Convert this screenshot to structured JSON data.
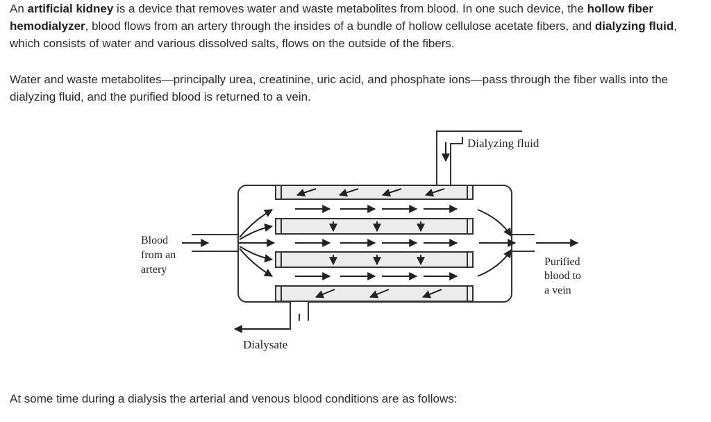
{
  "paragraph1": {
    "t1": "An ",
    "b1": "artificial kidney",
    "t2": " is a device that removes water and waste metabolites from blood. In one such device, the ",
    "b2": "hollow fiber hemodialyzer",
    "t3": ", blood flows from an artery through the insides of a bundle of hollow cellulose acetate fibers, and ",
    "b3": "dialyzing fluid",
    "t4": ", which consists of water and various dissolved salts, flows on the outside of the fibers."
  },
  "paragraph2": "Water and waste metabolites—principally urea, creatinine, uric acid, and phosphate ions—pass through the fiber walls into the dialyzing fluid, and the purified blood is returned to a vein.",
  "diagram": {
    "label_dialyzing_fluid": "Dialyzing fluid",
    "label_blood_in": [
      "Blood",
      "from an",
      "artery"
    ],
    "label_blood_out": [
      "Purified",
      "blood to",
      "a vein"
    ],
    "label_dialysate": "Dialysate"
  },
  "paragraph3": "At some time during a dialysis the arterial and venous blood conditions are as follows:"
}
